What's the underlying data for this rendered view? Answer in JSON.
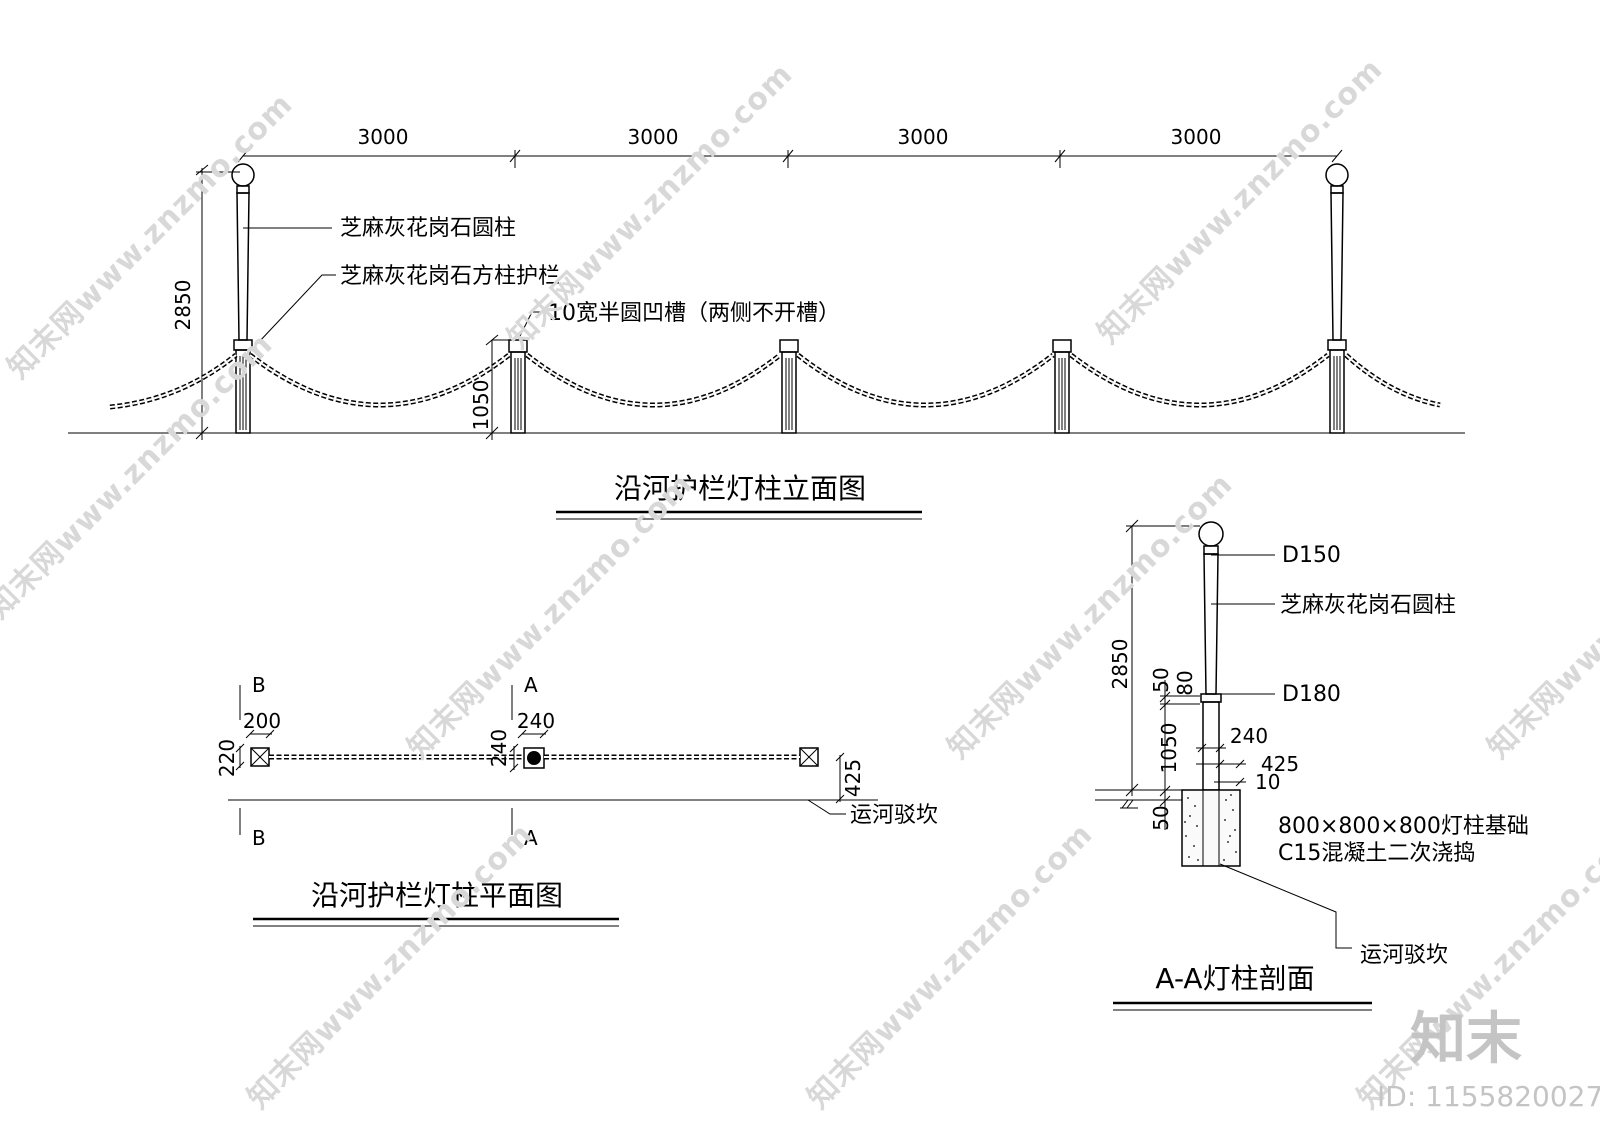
{
  "elevation": {
    "spans": [
      "3000",
      "3000",
      "3000",
      "3000"
    ],
    "height_total": "2850",
    "height_rail": "1050",
    "label_round_column": "芝麻灰花岗石圆柱",
    "label_square_rail": "芝麻灰花岗石方柱护栏",
    "label_groove": "10宽半圆凹槽（两侧不开槽）",
    "title": "沿河护栏灯柱立面图"
  },
  "plan": {
    "section_b": "B",
    "section_a": "A",
    "dim_200": "200",
    "dim_220": "220",
    "dim_240_w": "240",
    "dim_240_h": "240",
    "dim_425": "425",
    "label_revetment": "运河驳坎",
    "title": "沿河护栏灯柱平面图"
  },
  "section": {
    "d150": "D150",
    "label_round_column": "芝麻灰花岗石圆柱",
    "d180": "D180",
    "dim_2850": "2850",
    "dim_50_top": "50",
    "dim_80": "80",
    "dim_1050": "1050",
    "dim_240": "240",
    "dim_425": "425",
    "dim_10": "10",
    "dim_50_bottom": "50",
    "foundation_line1": "800×800×800灯柱基础",
    "foundation_line2": "C15混凝土二次浇捣",
    "label_revetment": "运河驳坎",
    "title": "A-A灯柱剖面"
  },
  "watermark": {
    "text": "知末网www.znzmo.com",
    "logo": "知末",
    "id": "ID: 1155820027"
  }
}
